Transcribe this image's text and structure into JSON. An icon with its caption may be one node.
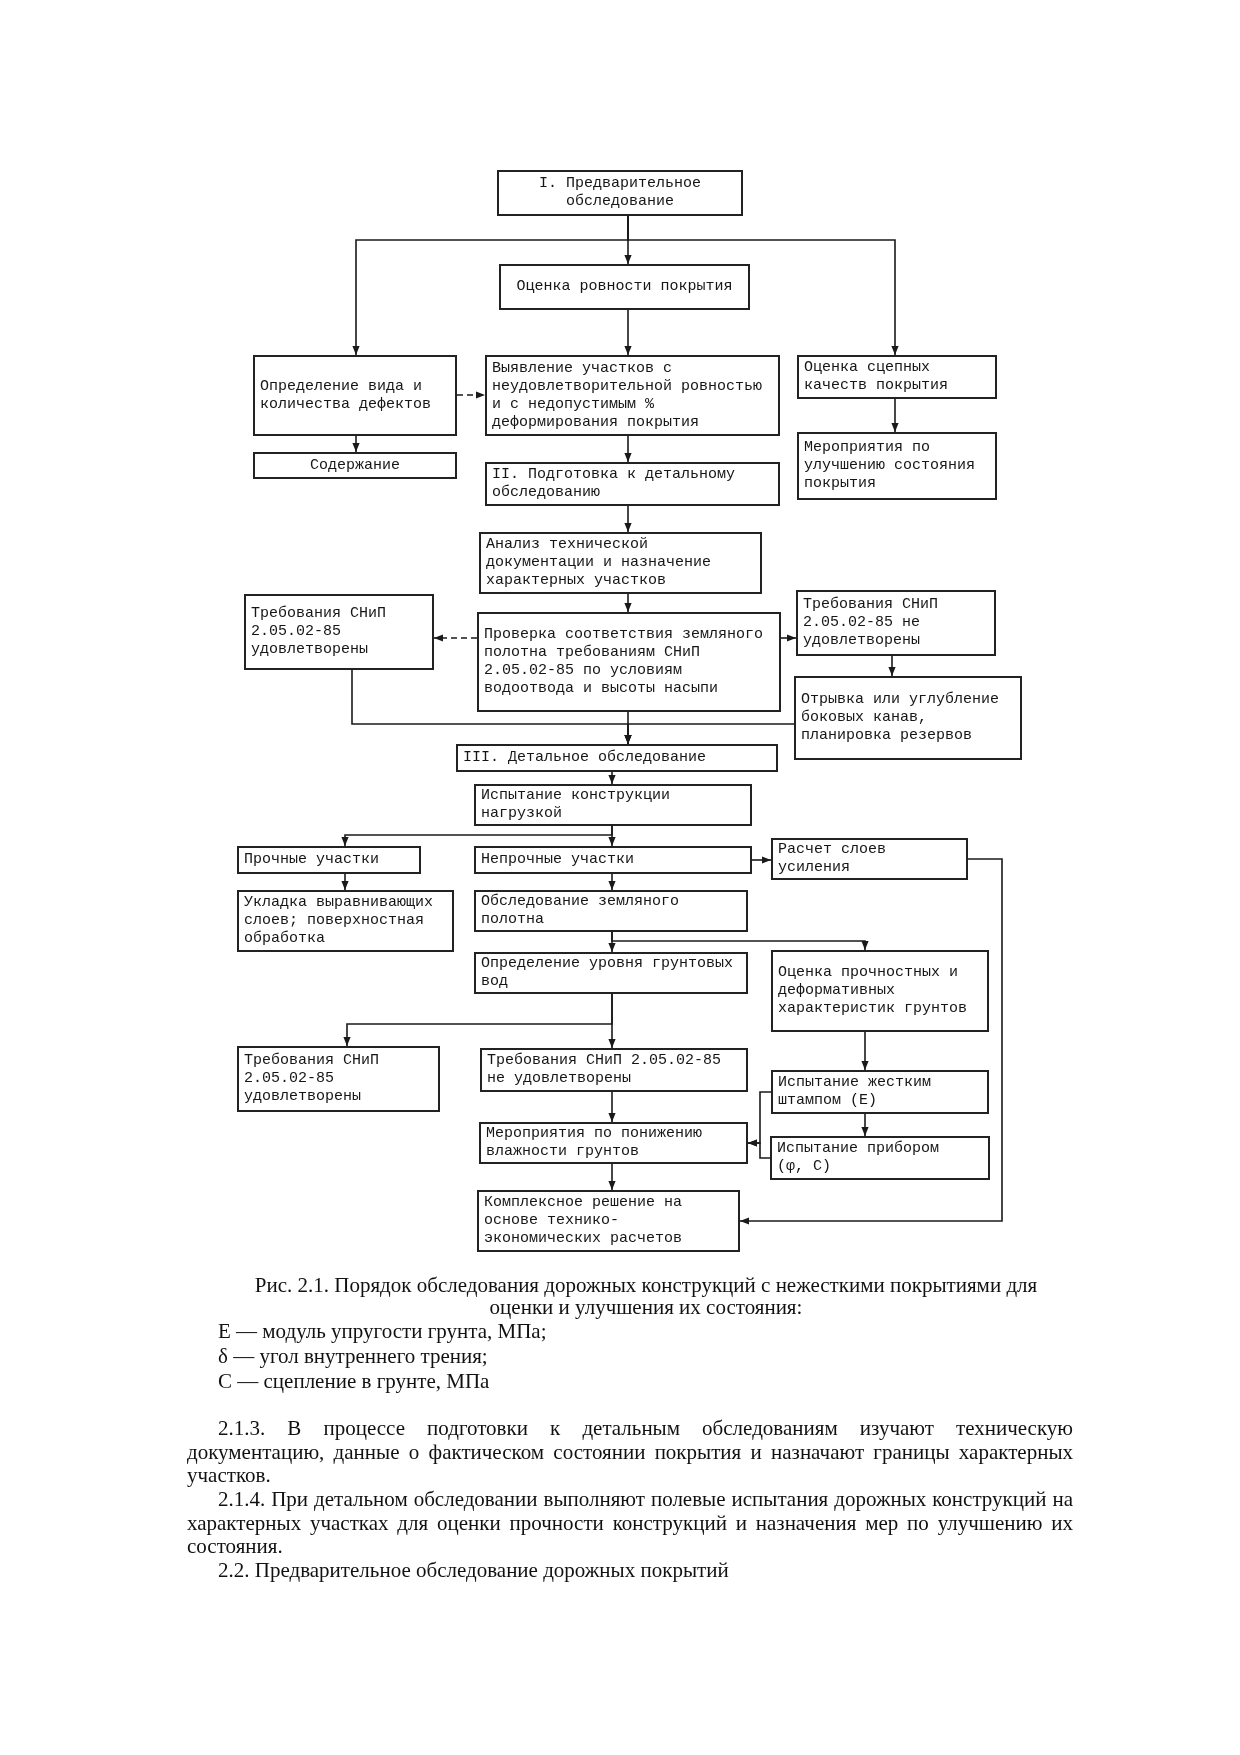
{
  "diagram": {
    "caption": "Рис. 2.1. Порядок обследования дорожных конструкций с нежесткими покрытиями для оценки и улучшения их состояния:",
    "nodes": [
      {
        "text": [
          "I. Предварительное обследование"
        ]
      },
      {
        "text": [
          "Оценка ровности покрытия"
        ]
      },
      {
        "text": [
          "Определение вида и количества дефектов"
        ]
      },
      {
        "text": [
          "Выявление участков с неудовлетворительной ровностью и с недопустимым % деформирования покрытия"
        ]
      },
      {
        "text": [
          "Оценка сцепных качеств покрытия"
        ]
      },
      {
        "text": [
          "Содержание"
        ]
      },
      {
        "text": [
          "II. Подготовка к детальному обследованию"
        ]
      },
      {
        "text": [
          "Мероприятия по улучшению состояния покрытия"
        ]
      },
      {
        "text": [
          "Анализ технической документации и назначение характерных участков"
        ]
      },
      {
        "text": [
          "Требования СНиП 2.05.02-85 удовлетворены"
        ]
      },
      {
        "text": [
          "Проверка соответствия земляного полотна требованиям СНиП 2.05.02-85 по условиям водоотвода и высоты насыпи"
        ]
      },
      {
        "text": [
          "Требования СНиП 2.05.02-85 не удовлетворены"
        ]
      },
      {
        "text": [
          "Отрывка или углубление боковых канав, планировка резервов"
        ]
      },
      {
        "text": [
          "III. Детальное обследование"
        ]
      },
      {
        "text": [
          "Испытание конструкции нагрузкой"
        ]
      },
      {
        "text": [
          "Прочные участки"
        ]
      },
      {
        "text": [
          "Непрочные участки"
        ]
      },
      {
        "text": [
          "Расчет слоев усиления"
        ]
      },
      {
        "text": [
          "Укладка выравнивающих слоев; поверхностная обработка"
        ]
      },
      {
        "text": [
          "Обследование земляного полотна"
        ]
      },
      {
        "text": [
          "Определение уровня грунтовых вод"
        ]
      },
      {
        "text": [
          "Оценка прочностных и деформативных характеристик грунтов"
        ]
      },
      {
        "text": [
          "Требования СНиП 2.05.02-85 удовлетворены"
        ]
      },
      {
        "text": [
          "Требования СНиП 2.05.02-85 не удовлетворены"
        ]
      },
      {
        "text": [
          "Мероприятия по понижению влажности грунтов"
        ]
      },
      {
        "text": [
          "Комплексное решение на основе технико-экономических расчетов"
        ]
      },
      {
        "text": [
          "Испытание жестким штампом (E)"
        ]
      },
      {
        "text": [
          "Испытание прибором (φ, C)"
        ]
      }
    ],
    "edges": [
      {
        "from": 0,
        "to": 1,
        "arrow": "to"
      },
      {
        "from": 0,
        "to": 2,
        "arrow": "to"
      },
      {
        "from": 0,
        "to": 4,
        "arrow": "to"
      },
      {
        "from": 1,
        "to": 3,
        "arrow": "to"
      },
      {
        "from": 2,
        "to": 3,
        "arrow": "to",
        "style": "dashed"
      },
      {
        "from": 2,
        "to": 5,
        "arrow": "to"
      },
      {
        "from": 3,
        "to": 6,
        "arrow": "to"
      },
      {
        "from": 4,
        "to": 7,
        "arrow": "to"
      },
      {
        "from": 6,
        "to": 8,
        "arrow": "to"
      },
      {
        "from": 8,
        "to": 10,
        "arrow": "to"
      },
      {
        "from": 10,
        "to": 9,
        "arrow": "to",
        "style": "dashed"
      },
      {
        "from": 10,
        "to": 11,
        "arrow": "to"
      },
      {
        "from": 11,
        "to": 12,
        "arrow": "to"
      },
      {
        "from": 9,
        "to": 13,
        "arrow": "to"
      },
      {
        "from": 10,
        "to": 13,
        "arrow": "to"
      },
      {
        "from": 12,
        "to": 13,
        "arrow": "to"
      },
      {
        "from": 13,
        "to": 14,
        "arrow": "to"
      },
      {
        "from": 14,
        "to": 15,
        "arrow": "to"
      },
      {
        "from": 14,
        "to": 16,
        "arrow": "to"
      },
      {
        "from": 16,
        "to": 17,
        "arrow": "to"
      },
      {
        "from": 15,
        "to": 18,
        "arrow": "to"
      },
      {
        "from": 16,
        "to": 19,
        "arrow": "to"
      },
      {
        "from": 19,
        "to": 20,
        "arrow": "to"
      },
      {
        "from": 19,
        "to": 21,
        "arrow": "to"
      },
      {
        "from": 20,
        "to": 22,
        "arrow": "to"
      },
      {
        "from": 20,
        "to": 23,
        "arrow": "to"
      },
      {
        "from": 23,
        "to": 24,
        "arrow": "to"
      },
      {
        "from": 24,
        "to": 25,
        "arrow": "to"
      },
      {
        "from": 21,
        "to": 26,
        "arrow": "to"
      },
      {
        "from": 26,
        "to": 27,
        "arrow": "to"
      },
      {
        "from": 26,
        "to": 24,
        "arrow": "to"
      },
      {
        "from": 27,
        "to": 24,
        "arrow": "to"
      },
      {
        "from": 17,
        "to": 25,
        "arrow": "to"
      }
    ],
    "labels": [
      "E — модуль упругости грунта, МПа;",
      "δ — угол внутреннего трения;",
      "C — сцепление в грунте, МПа",
      "2.1.3. В процессе подготовки к детальным обследованиям изучают техническую документацию, данные о фактическом состоянии покрытия и назначают границы характерных участков.",
      "2.1.4. При детальном обследовании выполняют полевые испытания дорожных конструкций на характерных участках для оценки прочности конструкций и назначения мер по улучшению их состояния.",
      "2.2. Предварительное обследование дорожных покрытий"
    ]
  }
}
